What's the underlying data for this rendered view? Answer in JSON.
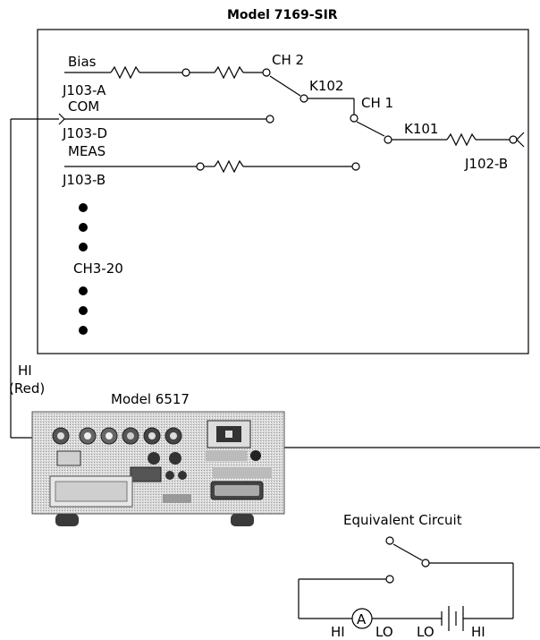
{
  "switch_card": {
    "title": "Model 7169-SIR",
    "bias_label": "Bias",
    "bias_connector": "J103-A",
    "com_label": "COM",
    "com_connector": "J103-D",
    "meas_label": "MEAS",
    "meas_connector": "J103-B",
    "ch2_label": "CH 2",
    "k102_label": "K102",
    "ch1_label": "CH 1",
    "k101_label": "K101",
    "output_connector": "J102-B",
    "more_channels_label": "CH3-20"
  },
  "meter": {
    "hi_label": "HI",
    "red_label": "(Red)",
    "model_label": "Model 6517"
  },
  "equivalent": {
    "title": "Equivalent Circuit",
    "ammeter_symbol": "A",
    "hi_left": "HI",
    "lo_ammeter": "LO",
    "lo_battery": "LO",
    "hi_right": "HI"
  }
}
